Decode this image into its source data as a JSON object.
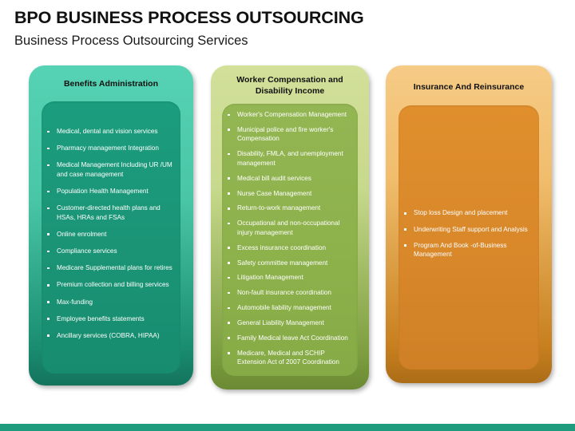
{
  "header": {
    "title": "BPO BUSINESS PROCESS OUTSOURCING",
    "subtitle": "Business Process Outsourcing Services"
  },
  "colors": {
    "card1_header": "#4DCCAF",
    "card1_panel": "#1B9476",
    "card2_header": "#CBDB8E",
    "card2_panel": "#8DB14B",
    "card3_header": "#F3C272",
    "card3_panel": "#D9882A",
    "footer_bar": "#1E9A7D",
    "title_text": "#111111",
    "item_text": "#FFFFFF"
  },
  "cards": [
    {
      "title": "Benefits Administration",
      "items": [
        "Medical, dental and vision services",
        "Pharmacy management Integration",
        "Medical Management  Including UR /UM and case management",
        "Population Health Management",
        "Customer-directed health plans  and HSAs, HRAs and FSAs",
        "Online enrolment",
        "Compliance services",
        "Medicare Supplemental plans for retires",
        "Premium collection and billing services",
        "Max-funding",
        "Employee benefits statements",
        "Ancillary services (COBRA, HIPAA)"
      ]
    },
    {
      "title": "Worker Compensation and Disability Income",
      "items": [
        "Worker's Compensation Management",
        "Municipal police and fire worker's Compensation",
        "Disability, FMLA, and unemployment management",
        "Medical bill audit services",
        "Nurse Case Management",
        "Return-to-work management",
        "Occupational and non-occupational injury management",
        "Excess insurance coordination",
        "Safety committee management",
        "Litigation Management",
        "Non-fault insurance coordination",
        "Automobile liability management",
        "General Liability Management",
        "Family Medical leave Act Coordination",
        "Medicare, Medical and SCHIP Extension Act of 2007 Coordination"
      ]
    },
    {
      "title": "Insurance And Reinsurance",
      "items": [
        "Stop loss Design and placement",
        "Underwriting Staff support and Analysis",
        " Program And Book -of-Business Management"
      ]
    }
  ]
}
